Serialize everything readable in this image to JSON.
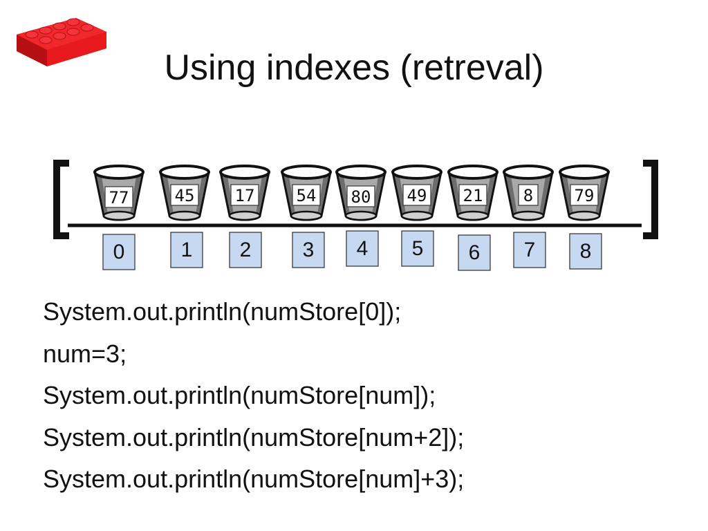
{
  "slide": {
    "title": "Using indexes (retreval)"
  },
  "logo": {
    "icon": "lego-brick-icon",
    "color": "#e8191c"
  },
  "array": {
    "value_color": "#111111",
    "index_fill": "#c6d9f1",
    "cells": [
      {
        "value": "77",
        "index": "0"
      },
      {
        "value": "45",
        "index": "1"
      },
      {
        "value": "17",
        "index": "2"
      },
      {
        "value": "54",
        "index": "3"
      },
      {
        "value": "80",
        "index": "4"
      },
      {
        "value": "49",
        "index": "5"
      },
      {
        "value": "21",
        "index": "6"
      },
      {
        "value": "8",
        "index": "7"
      },
      {
        "value": "79",
        "index": "8"
      }
    ]
  },
  "code": {
    "lines": [
      "System.out.println(numStore[0]);",
      "num=3;",
      "System.out.println(numStore[num]);",
      "System.out.println(numStore[num+2]);",
      "System.out.println(numStore[num]+3);"
    ]
  }
}
